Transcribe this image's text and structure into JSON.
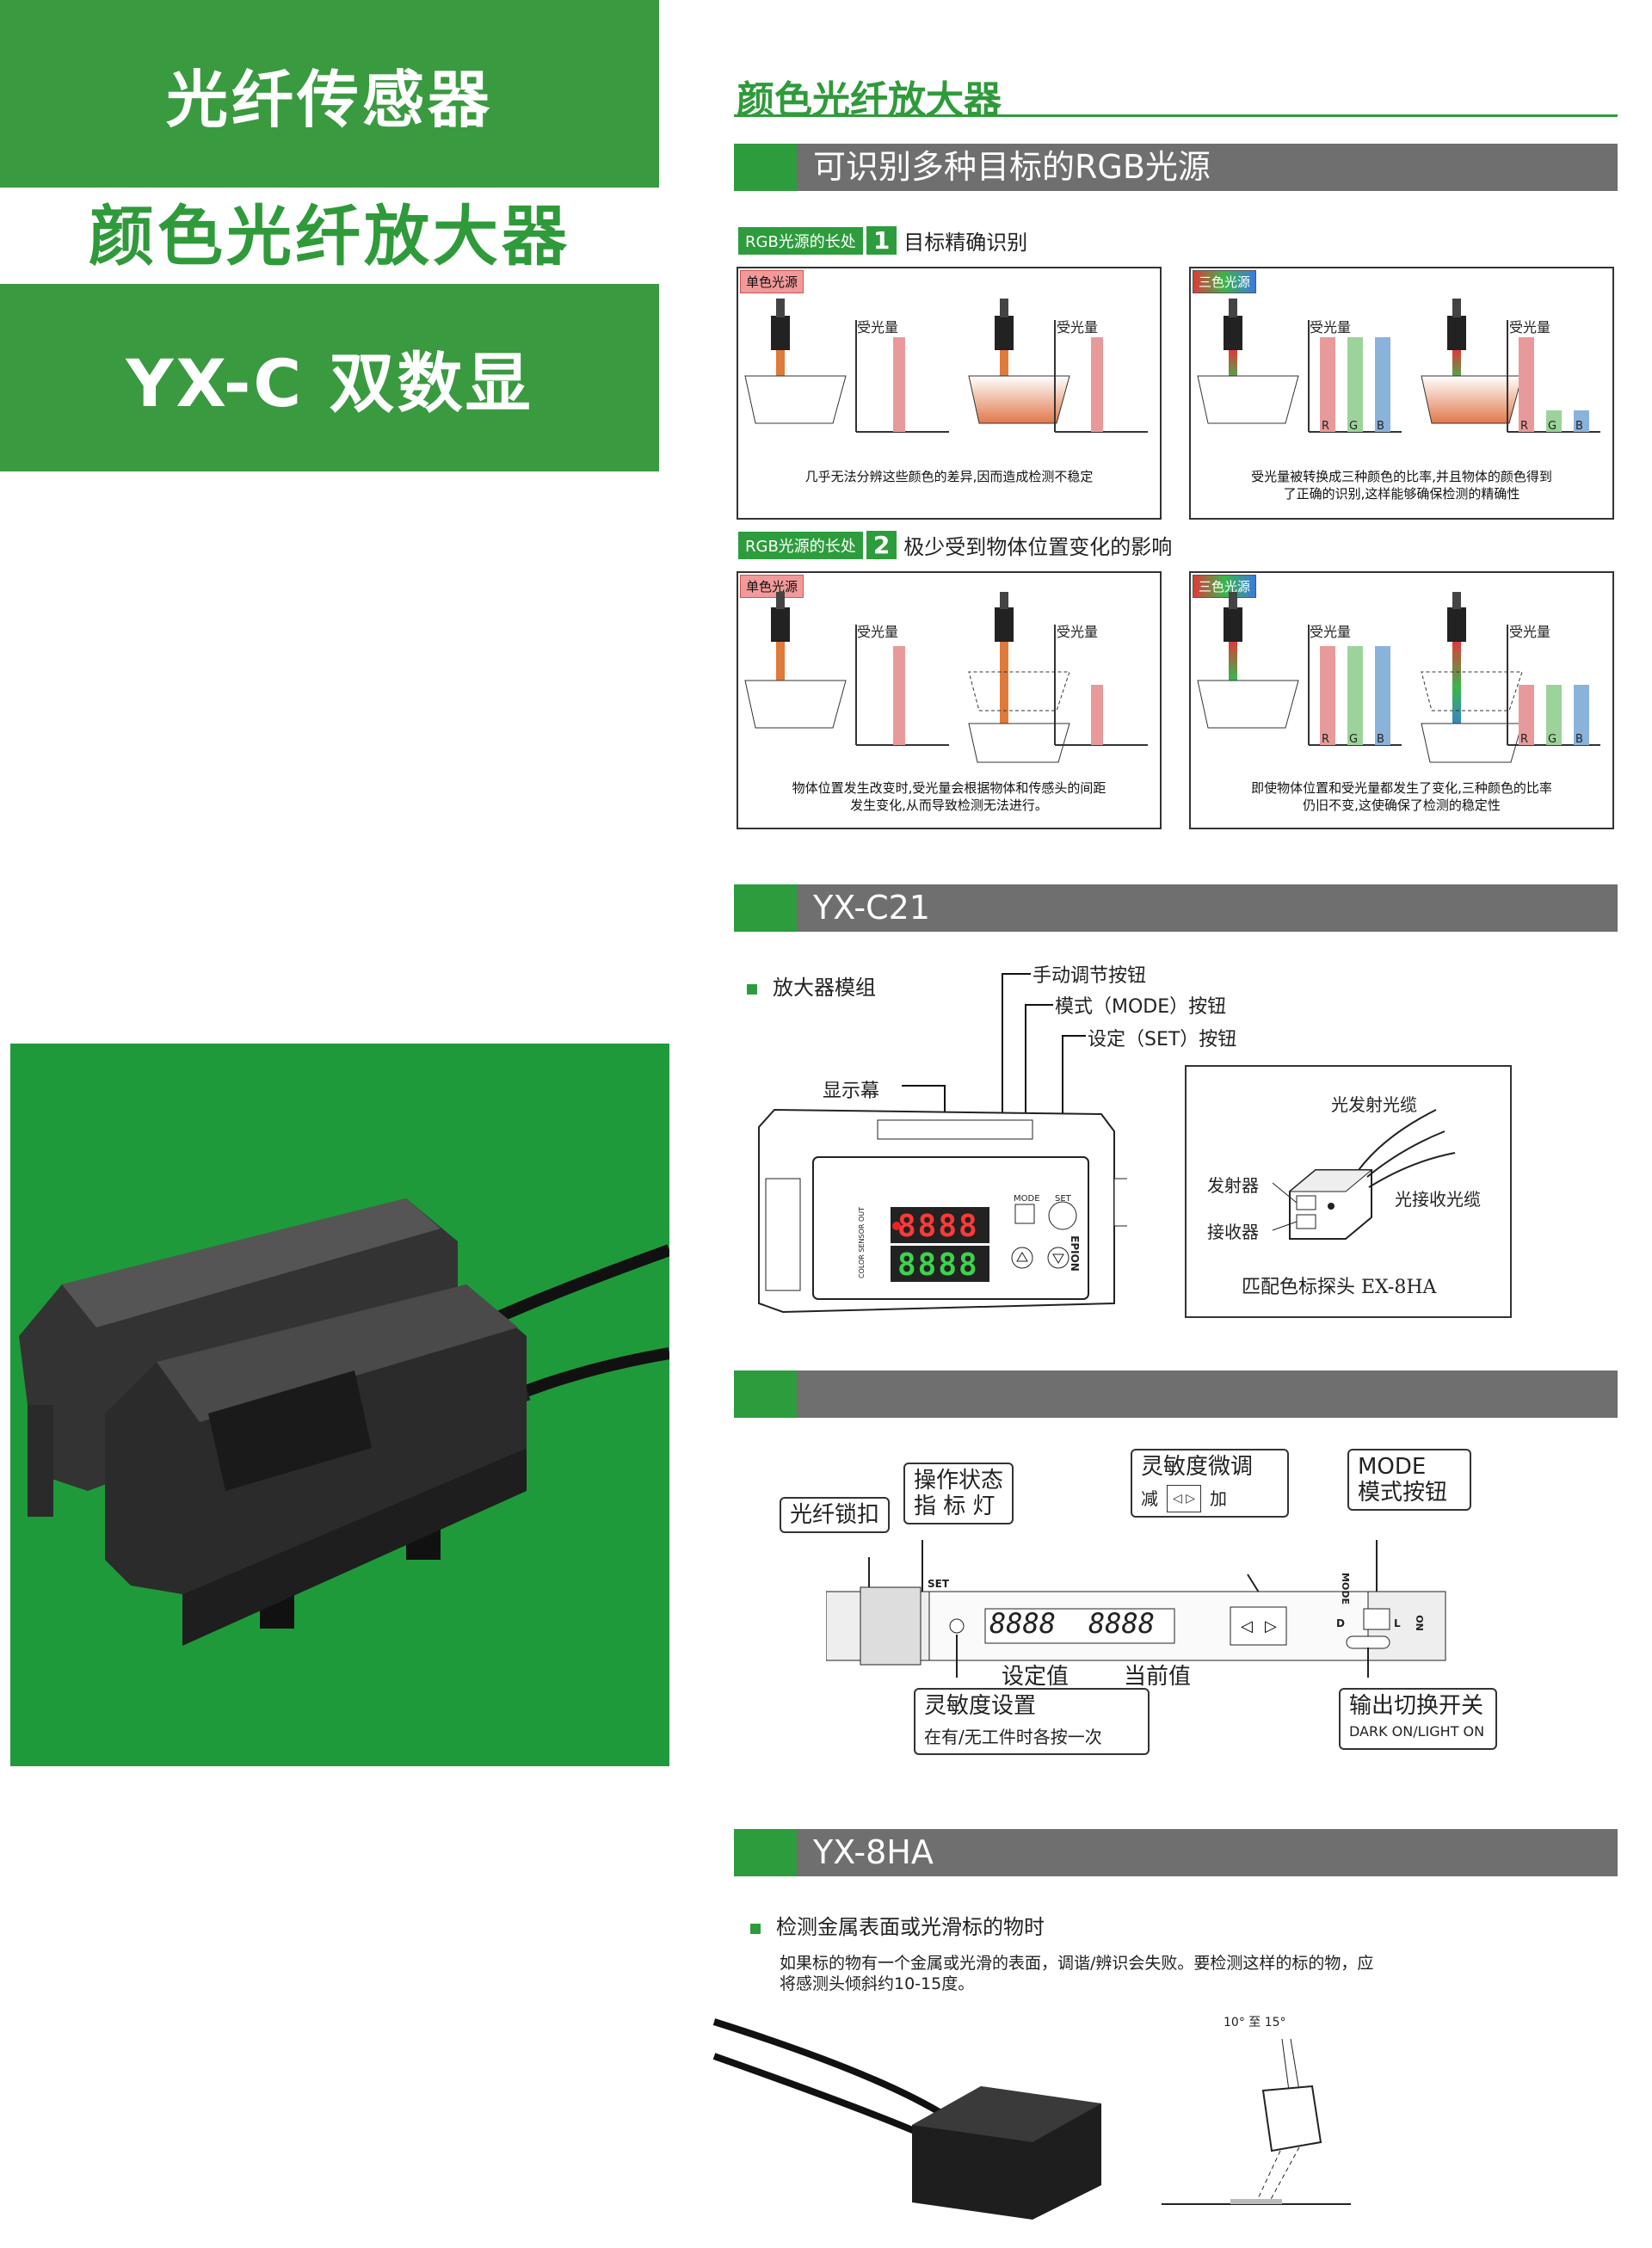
{
  "left": {
    "title1": "光纤传感器",
    "title2": "颜色光纤放大器",
    "title3": "YX-C 双数显"
  },
  "header": {
    "title": "颜色光纤放大器"
  },
  "section1": {
    "title": "可识别多种目标的RGB光源",
    "feature1": {
      "label": "RGB光源的长处",
      "num": "1",
      "text": "目标精确识别"
    },
    "feature2": {
      "label": "RGB光源的长处",
      "num": "2",
      "text": "极少受到物体位置变化的影响"
    },
    "tag_mono": "单色光源",
    "tag_rgb": "三色光源",
    "recv": "受光量",
    "r": "R",
    "g": "G",
    "b": "B",
    "cap1a": "几乎无法分辨这些颜色的差异,因而造成检测不稳定",
    "cap1b_1": "受光量被转换成三种颜色的比率,并且物体的颜色得到",
    "cap1b_2": "了正确的识别,这样能够确保检测的精确性",
    "cap2a_1": "物体位置发生改变时,受光量会根据物体和传感头的间距",
    "cap2a_2": "发生变化,从而导致检测无法进行。",
    "cap2b_1": "即使物体位置和受光量都发生了变化,三种颜色的比率",
    "cap2b_2": "仍旧不变,这使确保了检测的稳定性"
  },
  "section2": {
    "title": "YX-C21",
    "module": "放大器模组",
    "manual_btn": "手动调节按钮",
    "mode_btn": "模式（MODE）按钮",
    "set_btn": "设定（SET）按钮",
    "display": "显示幕",
    "digits_red": "8888",
    "digits_green": "8888",
    "mode": "MODE",
    "set": "SET",
    "brand": "EPION",
    "side_text": "COLOR SENSOR OUT",
    "emit_cable": "光发射光缆",
    "recv_cable": "光接收光缆",
    "emitter": "发射器",
    "receiver": "接收器",
    "probe": "匹配色标探头 EX-8HA"
  },
  "section3": {
    "title": "",
    "fiber_lock": "光纤锁扣",
    "op_status_1": "操作状态",
    "op_status_2": "指 标 灯",
    "sens_fine": "灵敏度微调",
    "minus": "减",
    "plus": "加",
    "mode_1": "MODE",
    "mode_2": "模式按钮",
    "set_label": "SET",
    "digits": "8888",
    "digits2": "8888",
    "set_value": "设定值",
    "current_value": "当前值",
    "sens_set": "灵敏度设置",
    "sens_set_sub": "在有/无工件时各按一次",
    "out_switch": "输出切换开关",
    "out_switch_sub": "DARK ON/LIGHT ON",
    "mode_side": "MODE",
    "d": "D",
    "l": "L",
    "on": "ON"
  },
  "section4": {
    "title": "YX-8HA",
    "subtitle": "检测金属表面或光滑标的物时",
    "desc1": "如果标的物有一个金属或光滑的表面，调谐/辨识会失败。要检测这样的标的物，应",
    "desc2": "将感测头倾斜约10-15度。",
    "angle": "10° 至 15°"
  }
}
